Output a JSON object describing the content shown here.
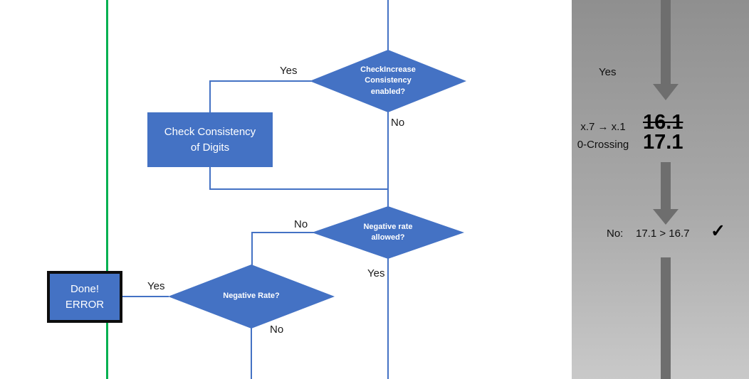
{
  "flowchart": {
    "decision_top": "CheckIncrease\nConsistency\nenabled?",
    "yes_top": "Yes",
    "no_top": "No",
    "process_box": "Check Consistency\nof Digits",
    "decision_mid": "Negative rate\nallowed?",
    "no_mid": "No",
    "yes_mid": "Yes",
    "decision_bottom": "Negative Rate?",
    "yes_bottom": "Yes",
    "no_bottom": "No",
    "done_box": "Done!\nERROR"
  },
  "panel": {
    "yes_label": "Yes",
    "annotation": "x.7 → x.1\n0-Crossing",
    "value_struck": "16.1",
    "value_current": "17.1",
    "no_label": "No:",
    "comparison": "17.1 > 16.7",
    "checkmark": "✓"
  },
  "colors": {
    "node_fill": "#4472C4",
    "connector": "#4472C4",
    "divider_green": "#00B050",
    "arrow_gray": "#6e6e6e"
  }
}
